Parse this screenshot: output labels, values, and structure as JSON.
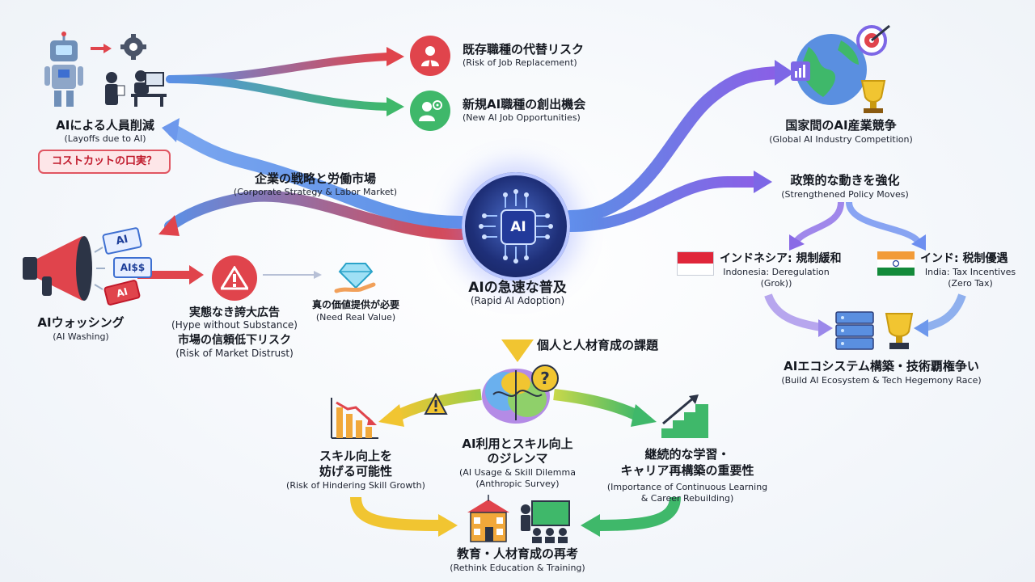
{
  "center": {
    "chip": "AI",
    "title": "AIの急速な普及",
    "subtitle": "(Rapid AI Adoption)"
  },
  "corporate": {
    "title": "企業の戦略と労働市場",
    "subtitle": "(Corporate Strategy & Labor Market)"
  },
  "layoffs": {
    "title": "AIによる人員削減",
    "subtitle": "(Layoffs due to AI)",
    "note": "コストカットの口実？"
  },
  "job_replacement": {
    "title": "既存職種の代替リスク",
    "subtitle": "(Risk of Job Replacement)"
  },
  "new_jobs": {
    "title": "新規AI職種の創出機会",
    "subtitle": "(New AI Job Opportunities)"
  },
  "washing": {
    "title": "AIウォッシング",
    "subtitle": "(AI Washing)",
    "tags": [
      "AI",
      "AI$$",
      "AI"
    ]
  },
  "hype": {
    "title": "実態なき誇大広告",
    "subtitle": "(Hype without Substance)",
    "title2": "市場の信頼低下リスク",
    "subtitle2": "(Risk of Market Distrust)"
  },
  "real_value": {
    "title": "真の価値提供が必要",
    "subtitle": "(Need Real Value)"
  },
  "competition": {
    "title": "国家間のAI産業競争",
    "subtitle": "(Global AI Industry Competition)"
  },
  "policy": {
    "title": "政策的な動きを強化",
    "subtitle": "(Strengthened Policy Moves)"
  },
  "indonesia": {
    "title": "インドネシア: 規制緩和",
    "subtitle1": "Indonesia: Deregulation",
    "subtitle2": "(Grok))"
  },
  "india": {
    "title": "インド: 税制優遇",
    "subtitle1": "India: Tax Incentives",
    "subtitle2": "(Zero Tax)"
  },
  "ecosystem": {
    "title": "AIエコシステム構築・技術覇権争い",
    "subtitle": "(Build AI Ecosystem & Tech Hegemony Race)"
  },
  "talent": {
    "title": "個人と人材育成の課題"
  },
  "dilemma": {
    "title1": "AI利用とスキル向上",
    "title2": "のジレンマ",
    "subtitle1": "(AI Usage & Skill Dilemma",
    "subtitle2": "(Anthropic Survey)"
  },
  "skill_risk": {
    "title1": "スキル向上を",
    "title2": "妨げる可能性",
    "subtitle": "(Risk of Hindering Skill Growth)"
  },
  "learning": {
    "title1": "継続的な学習・",
    "title2": "キャリア再構築の重要性",
    "subtitle1": "(Importance of Continuous Learning",
    "subtitle2": "& Career Rebuilding)"
  },
  "education": {
    "title": "教育・人材育成の再考",
    "subtitle": "(Rethink Education & Training)"
  },
  "colors": {
    "red": "#e0444c",
    "green": "#3fb86a",
    "blue": "#5b8fe6",
    "purple": "#8a6ae6",
    "yellow": "#f1c531",
    "navy": "#1e2f78"
  }
}
